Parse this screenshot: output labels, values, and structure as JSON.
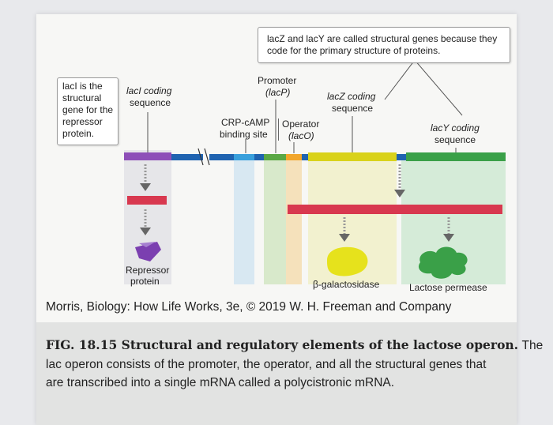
{
  "top_note": {
    "line1": "lacZ and lacY are called structural genes because they",
    "line2": "code for the primary structure of proteins."
  },
  "laci_box": {
    "line1": "lacI is the",
    "line2": "structural",
    "line3": "gene for the",
    "line4": "repressor",
    "line5": "protein."
  },
  "labels": {
    "laci_coding_1": "lacI coding",
    "laci_coding_2": "sequence",
    "promoter_1": "Promoter",
    "promoter_2": "(lacP)",
    "crp_1": "CRP-cAMP",
    "crp_2": "binding site",
    "operator_1": "Operator",
    "operator_2": "(lacO)",
    "lacz_coding_1": "lacZ coding",
    "lacz_coding_2": "sequence",
    "lacy_coding_1": "lacY coding",
    "lacy_coding_2": "sequence",
    "repressor_1": "Repressor",
    "repressor_2": "protein",
    "bgal": "β-galactosidase",
    "permease": "Lactose permease"
  },
  "credit": "Morris, Biology: How Life Works, 3e, © 2019 W. H. Freeman and Company",
  "figure": {
    "title": "FIG. 18.15 Structural and regulatory elements of the lactose operon.",
    "cap_line1_rest": "The",
    "cap_line2": "lac operon consists of the promoter, the operator, and all the structural genes that",
    "cap_line3": "are transcribed into a single mRNA called a polycistronic mRNA."
  },
  "colors": {
    "laci": "#8e4fb8",
    "dna_blue": "#1f63b0",
    "crp": "#39a0dc",
    "promoter": "#5aa845",
    "operator": "#f2a62b",
    "lacz": "#d9d21a",
    "lacy": "#3aa048",
    "mrna": "#d8384f"
  }
}
